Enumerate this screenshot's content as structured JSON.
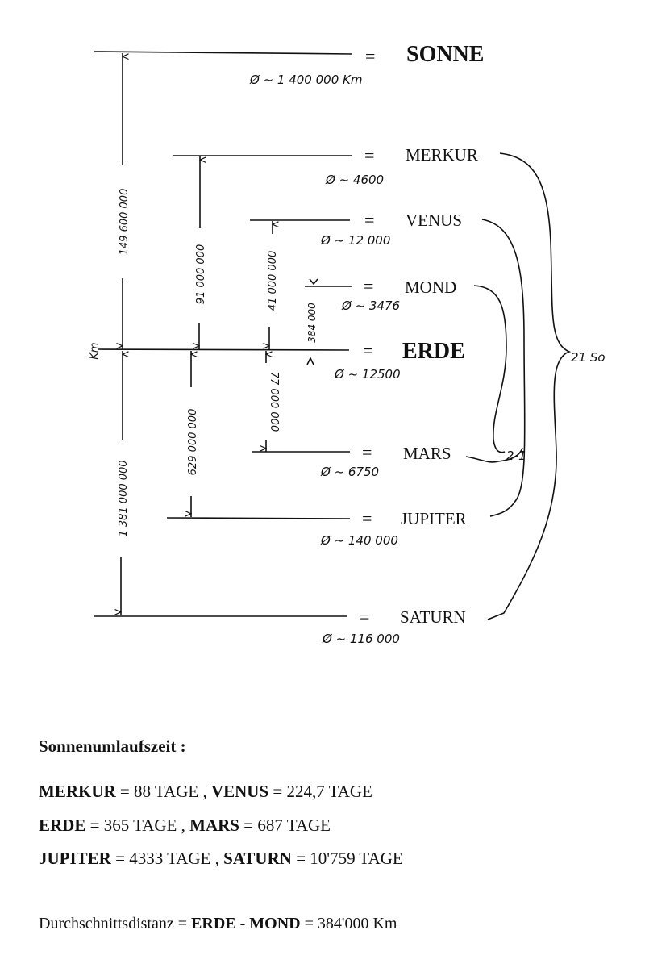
{
  "diagram": {
    "unit_label": "Km",
    "bodies": [
      {
        "name": "SONNE",
        "diameter": "Ø ~ 1 400 000 Km"
      },
      {
        "name": "MERKUR",
        "diameter": "Ø ~ 4600"
      },
      {
        "name": "VENUS",
        "diameter": "Ø ~ 12 000"
      },
      {
        "name": "MOND",
        "diameter": "Ø ~ 3476"
      },
      {
        "name": "ERDE",
        "diameter": "Ø ~ 12500"
      },
      {
        "name": "MARS",
        "diameter": "Ø ~ 6750"
      },
      {
        "name": "JUPITER",
        "diameter": "Ø ~ 140 000"
      },
      {
        "name": "SATURN",
        "diameter": "Ø ~ 116 000"
      }
    ],
    "equals": "=",
    "distances": {
      "sonne": "149 600 000",
      "merkur": "91 000 000",
      "venus": "41 000 000",
      "mond": "384 000",
      "mars": "77 000 000",
      "jupiter": "629 000 000",
      "saturn": "1 381 000 000"
    },
    "ratio_so": "21 So",
    "ratio_mars": "2-1"
  },
  "orbit": {
    "title": "Sonnenumlaufszeit :",
    "lines": [
      [
        {
          "p": "MERKUR",
          "v": "= 88 TAGE ,"
        },
        {
          "p": "VENUS",
          "v": "= 224,7 TAGE"
        }
      ],
      [
        {
          "p": "ERDE",
          "v": "= 365 TAGE ,"
        },
        {
          "p": "MARS",
          "v": "= 687 TAGE"
        }
      ],
      [
        {
          "p": "JUPITER",
          "v": "= 4333 TAGE ,"
        },
        {
          "p": "SATURN",
          "v": "= 10'759 TAGE"
        }
      ]
    ]
  },
  "footer": {
    "prefix": "Durchschnittsdistanz = ",
    "bold": "ERDE - MOND",
    "suffix": " = 384'000 Km"
  }
}
